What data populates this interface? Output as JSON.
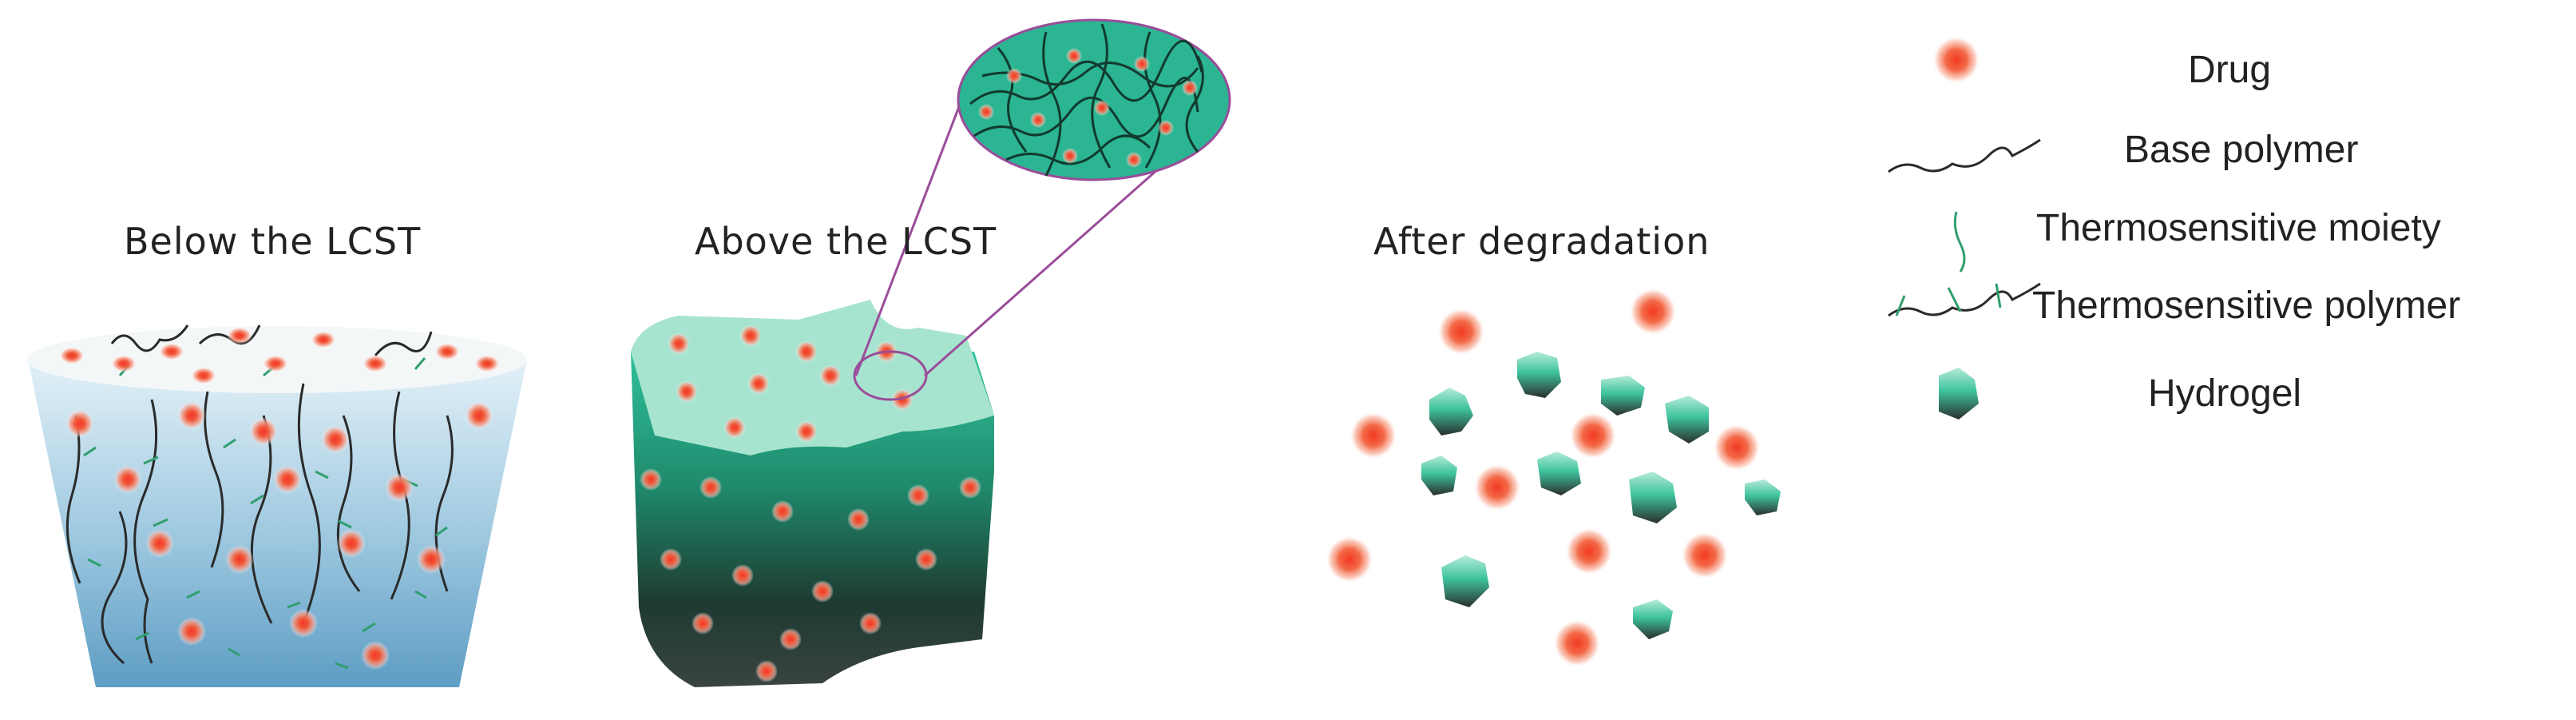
{
  "stages": {
    "below": "Below the LCST",
    "above": "Above the LCST",
    "after": "After degradation"
  },
  "legend": {
    "drug": "Drug",
    "base_polymer": "Base polymer",
    "thermo_moiety": "Thermosensitive moiety",
    "thermo_polymer": "Thermosensitive polymer",
    "hydrogel": "Hydrogel"
  },
  "colors": {
    "drug": "#f04a2a",
    "polymer": "#2a2a2a",
    "moiety": "#2f9e6e",
    "hydrogel_light": "#a8e6d0",
    "hydrogel_mid": "#2bb592",
    "hydrogel_dark": "#1e2a26",
    "cup_top": "#cfe6f2",
    "cup_bottom": "#6fa9cc"
  }
}
